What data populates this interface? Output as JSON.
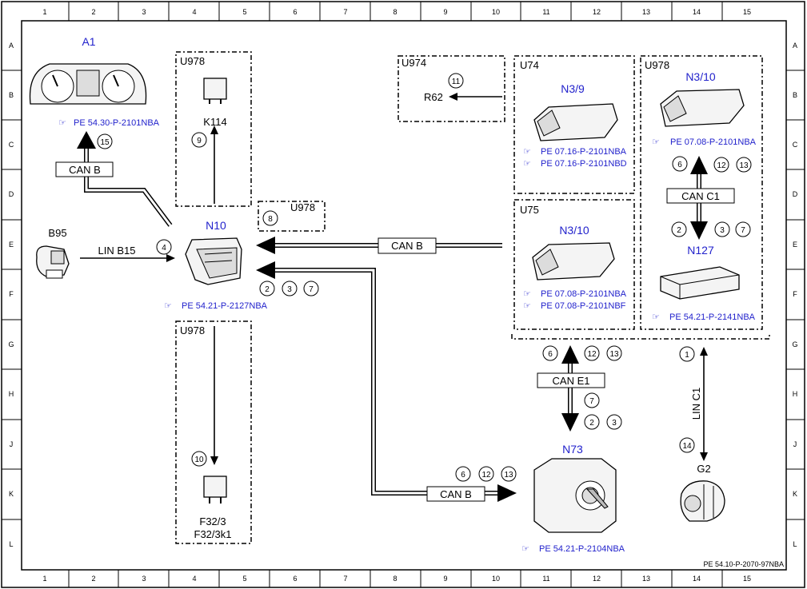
{
  "grid": {
    "columns": [
      "1",
      "2",
      "3",
      "4",
      "5",
      "6",
      "7",
      "8",
      "9",
      "10",
      "11",
      "12",
      "13",
      "14",
      "15"
    ],
    "rows": [
      "A",
      "B",
      "C",
      "D",
      "E",
      "F",
      "G",
      "H",
      "J",
      "K",
      "L"
    ]
  },
  "groups": {
    "u978_k114": "U978",
    "u974": "U974",
    "u74": "U74",
    "u978_right": "U978",
    "u978_mid": "U978",
    "u75": "U75",
    "u978_f32": "U978"
  },
  "components": {
    "a1": {
      "name": "A1",
      "ref": "PE 54.30-P-2101NBA"
    },
    "k114": {
      "name": "K114"
    },
    "r62": {
      "name": "R62"
    },
    "n3_9": {
      "name": "N3/9",
      "refs": [
        "PE 07.16-P-2101NBA",
        "PE 07.16-P-2101NBD"
      ]
    },
    "n3_10_top": {
      "name": "N3/10",
      "ref": "PE 07.08-P-2101NBA"
    },
    "b95": {
      "name": "B95"
    },
    "n10": {
      "name": "N10",
      "ref": "PE 54.21-P-2127NBA"
    },
    "n3_10_mid": {
      "name": "N3/10",
      "refs": [
        "PE 07.08-P-2101NBA",
        "PE 07.08-P-2101NBF"
      ]
    },
    "n127": {
      "name": "N127",
      "ref": "PE 54.21-P-2141NBA"
    },
    "f32": {
      "name": "F32/3",
      "name2": "F32/3k1"
    },
    "n73": {
      "name": "N73",
      "ref": "PE 54.21-P-2104NBA"
    },
    "g2": {
      "name": "G2"
    }
  },
  "buses": {
    "can_b_a1": "CAN B",
    "lin_b15": "LIN B15",
    "can_b_e": "CAN B",
    "can_c1": "CAN C1",
    "can_e1": "CAN E1",
    "lin_c1": "LIN C1",
    "can_b_k": "CAN B"
  },
  "steps": {
    "s15": "15",
    "s9": "9",
    "s11": "11",
    "s8": "8",
    "s4": "4",
    "s6a": "6",
    "s12a": "12",
    "s13a": "13",
    "s2a": "2",
    "s3a": "3",
    "s7a": "7",
    "s2b": "2",
    "s3b": "3",
    "s7b": "7",
    "s6b": "6",
    "s12b": "12",
    "s13b": "13",
    "s7c": "7",
    "s2c": "2",
    "s3c": "3",
    "s1": "1",
    "s14": "14",
    "s10": "10",
    "s6c": "6",
    "s12c": "12",
    "s13c": "13"
  },
  "ref_icon": "☞",
  "footer": {
    "doc_id": "PE 54.10-P-2070-97NBA"
  }
}
